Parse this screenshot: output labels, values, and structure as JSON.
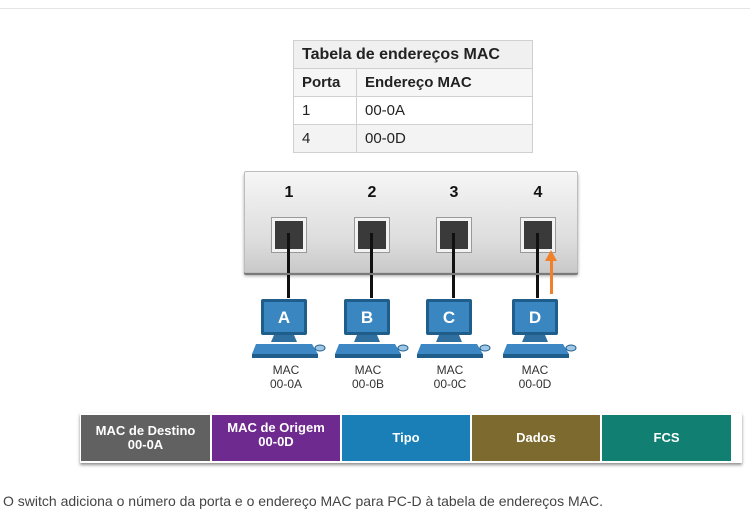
{
  "mac_table": {
    "title": "Tabela de endereços MAC",
    "headers": [
      "Porta",
      "Endereço MAC"
    ],
    "rows": [
      {
        "port": "1",
        "mac": "00-0A"
      },
      {
        "port": "4",
        "mac": "00-0D"
      }
    ]
  },
  "switch": {
    "ports": [
      "1",
      "2",
      "3",
      "4"
    ]
  },
  "pcs": [
    {
      "letter": "A",
      "mac_label": "MAC",
      "mac": "00-0A"
    },
    {
      "letter": "B",
      "mac_label": "MAC",
      "mac": "00-0B"
    },
    {
      "letter": "C",
      "mac_label": "MAC",
      "mac": "00-0C"
    },
    {
      "letter": "D",
      "mac_label": "MAC",
      "mac": "00-0D"
    }
  ],
  "frame": {
    "fields": [
      {
        "line1": "MAC de Destino",
        "line2": "00-0A",
        "color": "#616161"
      },
      {
        "line1": "MAC de Origem",
        "line2": "00-0D",
        "color": "#6e2a8f"
      },
      {
        "line1": "Tipo",
        "line2": "",
        "color": "#1a7fb6"
      },
      {
        "line1": "Dados",
        "line2": "",
        "color": "#7c6a2e"
      },
      {
        "line1": "FCS",
        "line2": "",
        "color": "#117f72"
      }
    ]
  },
  "colors": {
    "arrow": "#f0802a",
    "pc_screen": "#3a86c0",
    "pc_body": "#2f6f9f"
  },
  "caption": "O switch adiciona o número da porta e o endereço MAC para PC-D à tabela de endereços MAC."
}
